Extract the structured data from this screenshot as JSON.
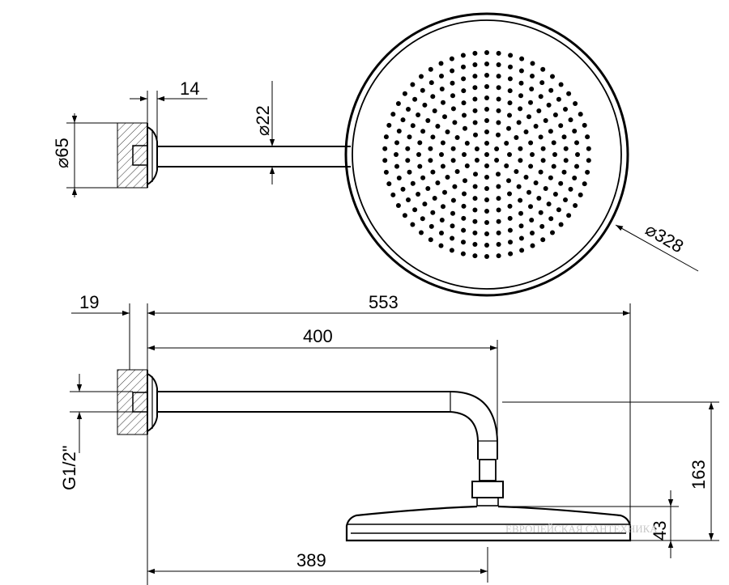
{
  "dimensions": {
    "flange_diameter": "65",
    "flange_thickness": "14",
    "arm_diameter": "22",
    "head_diameter": "328",
    "wall_offset": "19",
    "total_projection": "553",
    "arm_projection": "400",
    "head_center_projection": "389",
    "total_height": "163",
    "head_height": "43",
    "thread": "G1/2\""
  },
  "symbols": {
    "diameter": "⌀"
  },
  "watermark": {
    "line1": "ЕВРОПЕЙСКАЯ САНТЕХНИКА"
  }
}
